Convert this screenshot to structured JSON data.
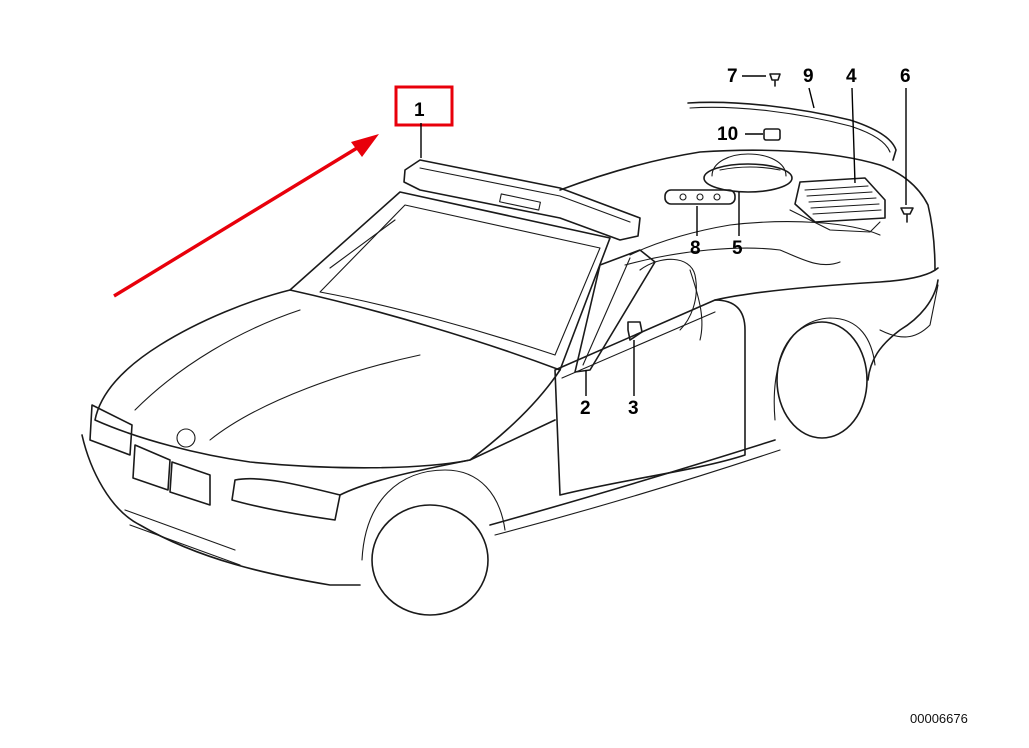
{
  "diagram": {
    "reference_number": "00006676",
    "highlight_color": "#e8000b",
    "line_color": "#1a1a1a",
    "highlighted_part": "1",
    "callouts": [
      {
        "id": "c1",
        "label": "1"
      },
      {
        "id": "c2",
        "label": "2"
      },
      {
        "id": "c3",
        "label": "3"
      },
      {
        "id": "c4",
        "label": "4"
      },
      {
        "id": "c5",
        "label": "5"
      },
      {
        "id": "c6",
        "label": "6"
      },
      {
        "id": "c7",
        "label": "7"
      },
      {
        "id": "c8",
        "label": "8"
      },
      {
        "id": "c9",
        "label": "9"
      },
      {
        "id": "c10",
        "label": "10"
      }
    ]
  }
}
